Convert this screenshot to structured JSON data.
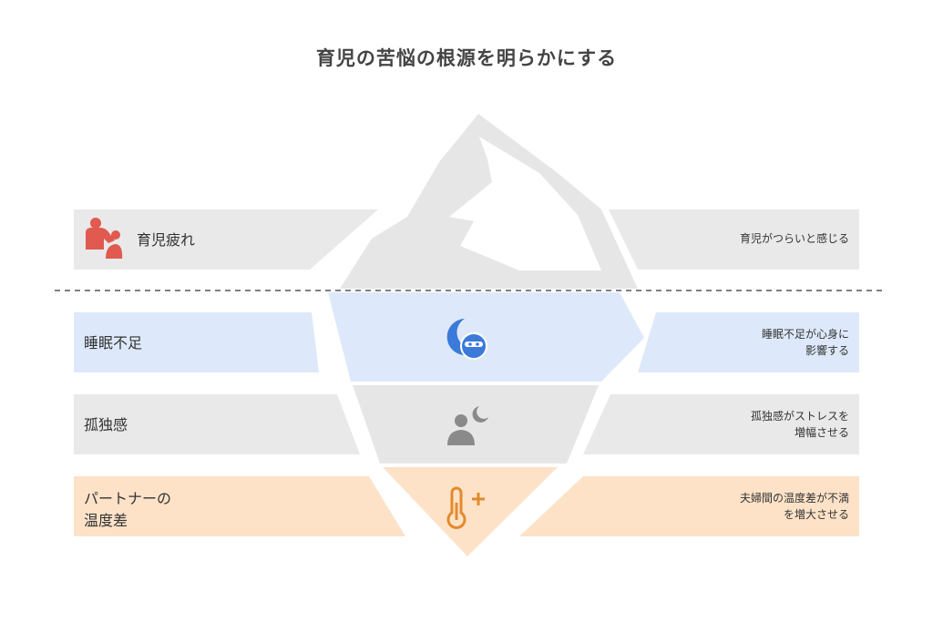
{
  "title": "育児の苦悩の根源を明らかにする",
  "colors": {
    "gray_band": "#e9e9e9",
    "blue_band": "#dde9fa",
    "orange_band": "#fde2c8",
    "iceberg_top": "#e6e6e6",
    "red_icon": "#e05a4f",
    "blue_icon": "#3b7ad9",
    "gray_icon": "#8a8a8a",
    "orange_icon": "#e38a2b"
  },
  "layers": [
    {
      "label": "育児疲れ",
      "description": "育児がつらいと感じる",
      "icon": "parent-child-icon"
    },
    {
      "label": "睡眠不足",
      "description_line1": "睡眠不足が心身に",
      "description_line2": "影響する",
      "icon": "sleep-mask-moon-icon"
    },
    {
      "label": "孤独感",
      "description_line1": "孤独感がストレスを",
      "description_line2": "増幅させる",
      "icon": "lonely-person-moon-icon"
    },
    {
      "label_line1": "パートナーの",
      "label_line2": "温度差",
      "description_line1": "夫婦間の温度差が不満",
      "description_line2": "を増大させる",
      "icon": "thermometer-plus-icon"
    }
  ]
}
